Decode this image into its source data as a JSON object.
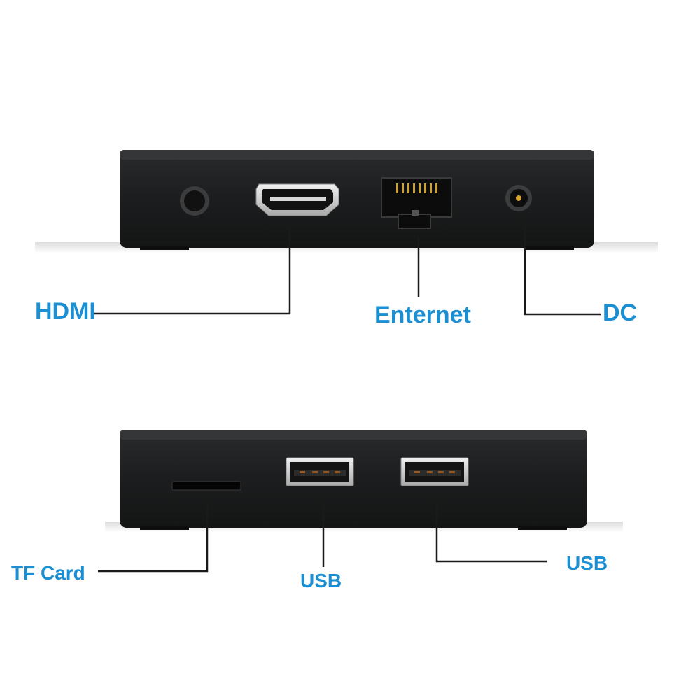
{
  "labels": {
    "hdmi": "HDMI",
    "ethernet": "Enternet",
    "dc": "DC",
    "tf_card": "TF Card",
    "usb_1": "USB",
    "usb_2": "USB"
  },
  "colors": {
    "label": "#1b8fd2",
    "device_body": "#1f2021",
    "device_top": "#2c2d2f",
    "leader_line": "#1a1a1a",
    "port_silver": "#cfcfcf"
  }
}
